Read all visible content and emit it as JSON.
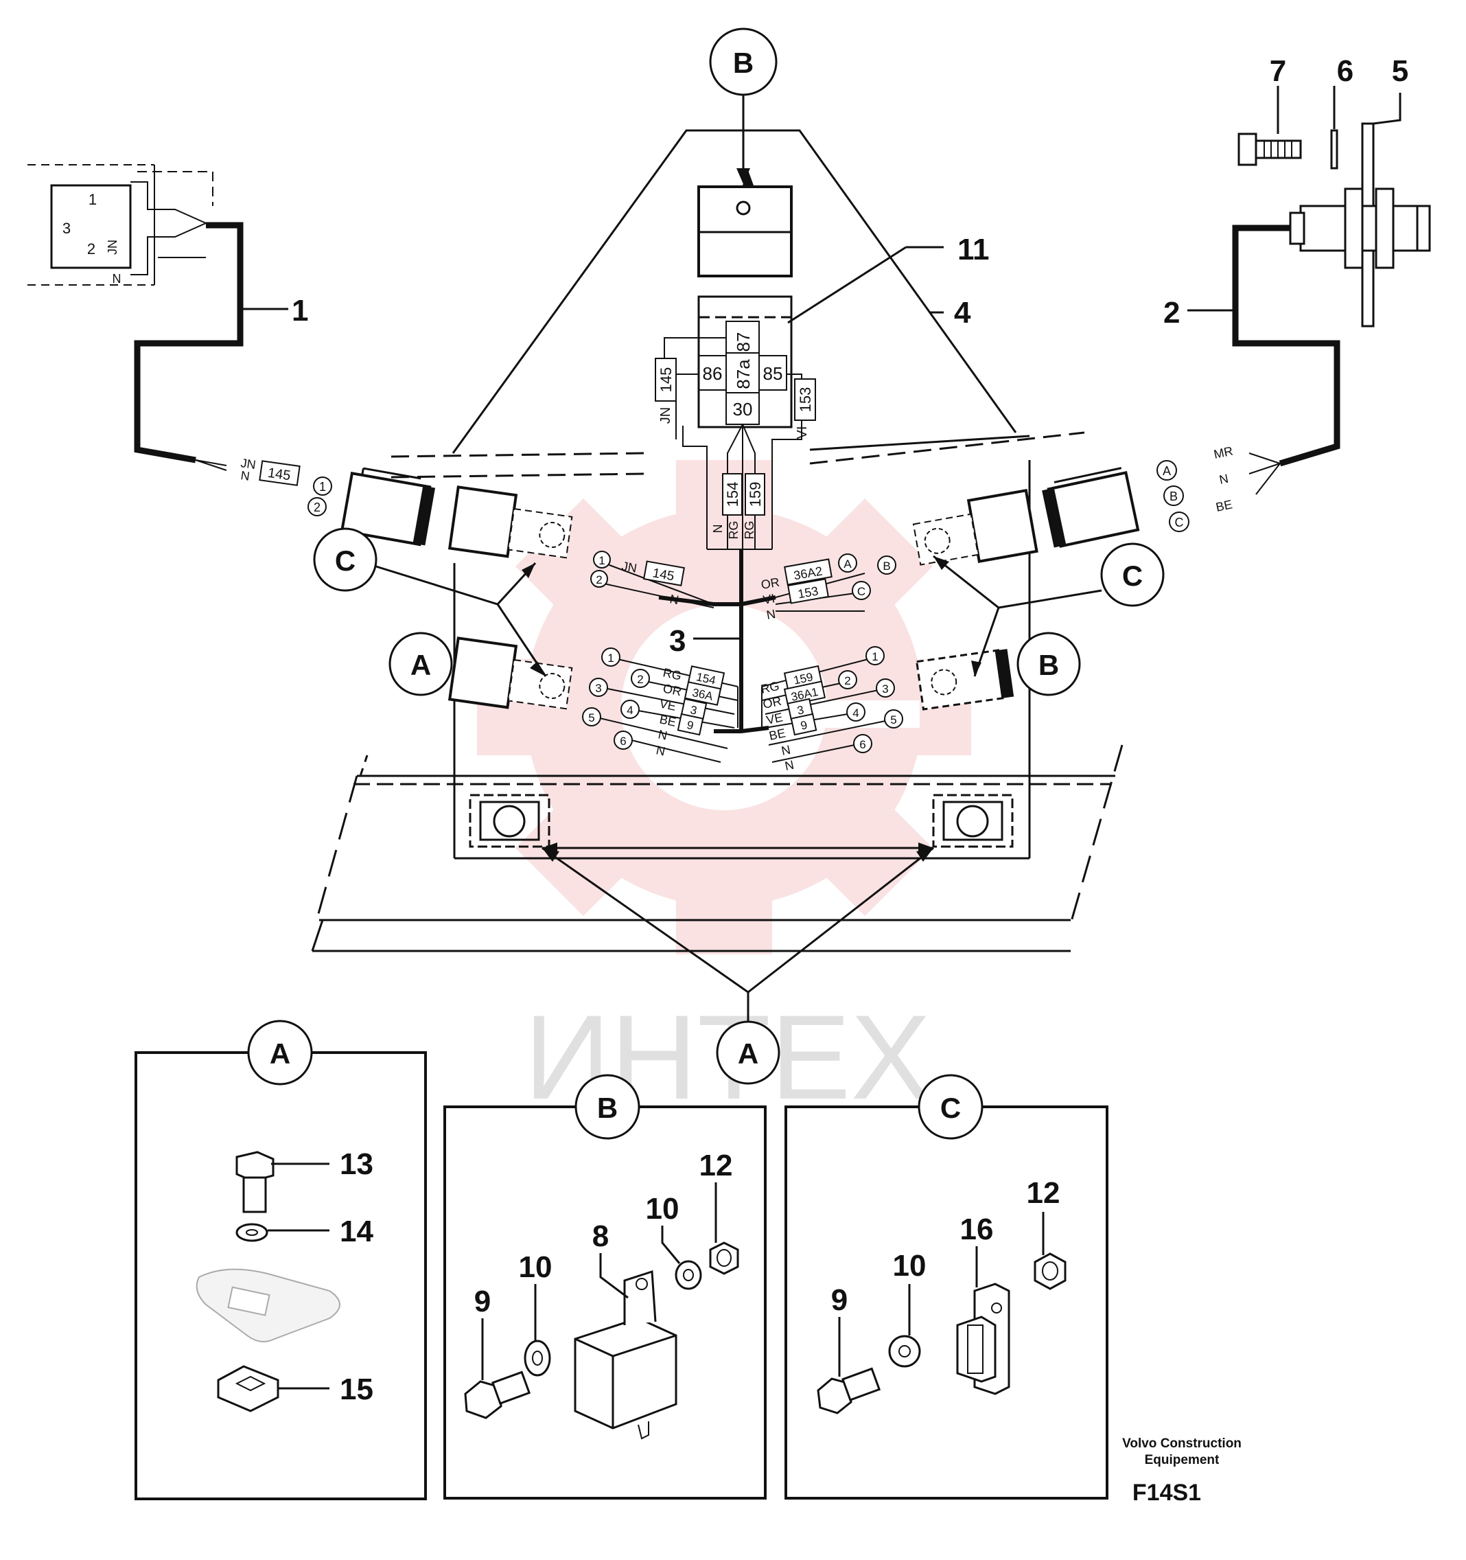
{
  "callouts": {
    "p1": "1",
    "p2": "2",
    "p3": "3",
    "p4": "4",
    "p5": "5",
    "p6": "6",
    "p7": "7",
    "p8": "8",
    "p9a": "9",
    "p9b": "9",
    "p10a": "10",
    "p10b": "10",
    "p10c": "10",
    "p11": "11",
    "p12a": "12",
    "p12b": "12",
    "p13": "13",
    "p14": "14",
    "p15": "15",
    "p16": "16"
  },
  "circles": {
    "top_b": "B",
    "left_c": "C",
    "right_c": "C",
    "left_a": "A",
    "right_b": "B",
    "bottom_a": "A",
    "detail_a": "A",
    "detail_b": "B",
    "detail_c": "C"
  },
  "relay": {
    "pin_87": "87",
    "pin_87a": "87a",
    "pin_86": "86",
    "pin_85": "85",
    "pin_30": "30",
    "wire_145": "145",
    "wire_153": "153",
    "wire_154": "154",
    "wire_159": "159",
    "col_jn": "JN",
    "col_vi": "VI",
    "col_n": "N",
    "col_rg1": "RG",
    "col_rg2": "RG"
  },
  "sensor_left": {
    "p1": "1",
    "p2": "2",
    "p3": "3",
    "jn": "JN",
    "n": "N",
    "cable_jn": "JN",
    "cable_n": "N",
    "tag": "145",
    "pin1": "1",
    "pin2": "2"
  },
  "sensor_right": {
    "pa": "A",
    "pb": "B",
    "pc": "C",
    "mr": "MR",
    "n": "N",
    "be": "BE"
  },
  "harness_left_upper": {
    "pin1": "1",
    "pin2": "2",
    "jn": "JN",
    "n": "N",
    "tag": "145"
  },
  "harness_right_upper": {
    "or": "OR",
    "vi": "VI",
    "n": "N",
    "tag1": "36A2",
    "tag2": "153",
    "pa": "A",
    "pb": "B",
    "pc": "C"
  },
  "harness_left_lower": {
    "pins": [
      "1",
      "2",
      "3",
      "4",
      "5",
      "6"
    ],
    "colors": [
      "RG",
      "OR",
      "VE",
      "BE",
      "N",
      "N"
    ],
    "tags": [
      "154",
      "36A",
      "3",
      "9"
    ]
  },
  "harness_right_lower": {
    "pins": [
      "1",
      "2",
      "3",
      "4",
      "5",
      "6"
    ],
    "colors": [
      "RG",
      "OR",
      "VE",
      "BE",
      "N",
      "N"
    ],
    "tags": [
      "159",
      "36A1",
      "3",
      "9"
    ]
  },
  "footer": {
    "brand_line1": "Volvo Construction",
    "brand_line2": "Equipement",
    "code": "F14S1"
  },
  "watermark": "ИНТЕХ",
  "colors": {
    "ink": "#111111",
    "watermark": "#e8262b"
  }
}
